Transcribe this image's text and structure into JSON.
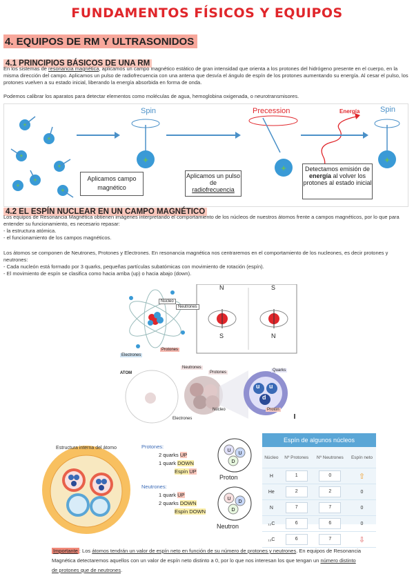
{
  "page_title": "FUNDAMENTOS FÍSICOS Y EQUIPOS",
  "section": {
    "title": "4. EQUIPOS DE RM Y ULTRASONIDOS"
  },
  "s41": {
    "heading": "4.1 PRINCIPIOS BÁSICOS DE UNA RM",
    "p1_a": "En los sistemas de ",
    "p1_u": "resonancia magnética",
    "p1_b": ", aplicamos un campo magnético estático de gran intensidad que orienta a los protones del hidrógeno presente en el cuerpo, en la misma dirección del campo. Aplicamos un pulso de radiofrecuencia con una antena que desvía el ángulo de espín de los protones aumentando su energía. Al cesar el pulso, los protones vuelven a su estado inicial, liberando la energía absorbida en forma de onda.",
    "p2": "Podemos calibrar los aparatos para detectar elementos como moléculas de agua, hemoglobina oxigenada, o neurotransmisores."
  },
  "figure1": {
    "spin": "Spin",
    "spin2": "Spin",
    "precession": "Precession",
    "energia": "Energía",
    "box1": "Aplicamos campo magnético",
    "box2_a": "Aplicamos un pulso de",
    "box2_b": "radiofrecuencia",
    "box3_a": "Detectamos emisión de",
    "box3_b": "energía",
    "box3_c": "al volver los protones al estado inicial"
  },
  "s42": {
    "heading": "4.2 EL ESPÍN NUCLEAR EN UN CAMPO MAGNÉTICO",
    "p1": "Los equipos de Resonancia Magnética obtienen imágenes interpretando el comportamiento de los núcleos de nuestros átomos frente a campos magnéticos, por lo que para entender su funcionamiento, es necesario repasar:",
    "li1": "- la estructura atómica.",
    "li2": "- el funcionamiento de los campos magnéticos.",
    "p2": "Los átomos se componen de Neutrones, Protones y Electrones. En resonancia magnética nos centraremos en el comportamiento de los nucleones, es decir protones y neutrones:",
    "li3": "- Cada nucleón está formado por 3 quarks, pequeñas partículas subatómicas con movimiento de rotación (espín).",
    "li4": "- El movimiento de espín se clasifica como hacia arriba (up) o hacia abajo (down)."
  },
  "atom_fig": {
    "nucleo": "Núcleo",
    "neutrones": "Neutrones",
    "electrones": "Electrones",
    "protones": "Protones",
    "n1": "N",
    "s1": "S",
    "n2": "N",
    "s2": "S"
  },
  "atom_fig2": {
    "atom": "ATOM",
    "neutrones": "Neutrones",
    "protones": "Protones",
    "quarks": "Quarks",
    "nucleo": "Núcleo",
    "electrones": "Electrones",
    "proton": "Protón",
    "u1": "u",
    "u2": "u",
    "d": "d"
  },
  "structure_fig": {
    "title": "Estructura interna del átomo",
    "protones_label": "Protones:",
    "p_line1": "2 quarks ",
    "p_up": "UP",
    "p_line2": "1 quark ",
    "p_down": "DOWN",
    "p_spin": "Espín ",
    "p_spin_v": "UP",
    "neutrones_label": "Neutrones:",
    "n_line1": "1 quark ",
    "n_up": "UP",
    "n_line2": "2 quarks ",
    "n_down": "DOWN",
    "n_spin": "Espín DOWN",
    "proton": "Proton",
    "neutron": "Neutron"
  },
  "spin_table": {
    "title": "Espín de algunos núcleos",
    "headers": [
      "Núcleo",
      "Nº Protones",
      "Nº Neutrones",
      "Espín neto"
    ],
    "rows": [
      {
        "nucleo": "H",
        "protones": "1",
        "neutrones": "0",
        "espin": "arrow-up"
      },
      {
        "nucleo": "He",
        "protones": "2",
        "neutrones": "2",
        "espin": "0"
      },
      {
        "nucleo": "N",
        "protones": "7",
        "neutrones": "7",
        "espin": "0"
      },
      {
        "nucleo": "₁₂C",
        "protones": "6",
        "neutrones": "6",
        "espin": "0"
      },
      {
        "nucleo": "₁₃C",
        "protones": "6",
        "neutrones": "7",
        "espin": "arrow-down"
      }
    ]
  },
  "note": {
    "tag": "Importante",
    "t1": ": Los ",
    "t2": "átomos tendrán un valor de espín neto en función de su número de protones y neutrones",
    "t3": ". En equipos de Resonancia Magnética detectaremos aquellos con un valor de espín neto distinto a 0, por lo que nos interesan los que tengan un ",
    "t4": "número distinto de protones que de neutrones",
    "t5": "."
  },
  "colors": {
    "title": "#e0262b",
    "highlight": "#f9c6bb",
    "nucleus": "#3a9ad6",
    "table_header": "#5aa6d6"
  }
}
